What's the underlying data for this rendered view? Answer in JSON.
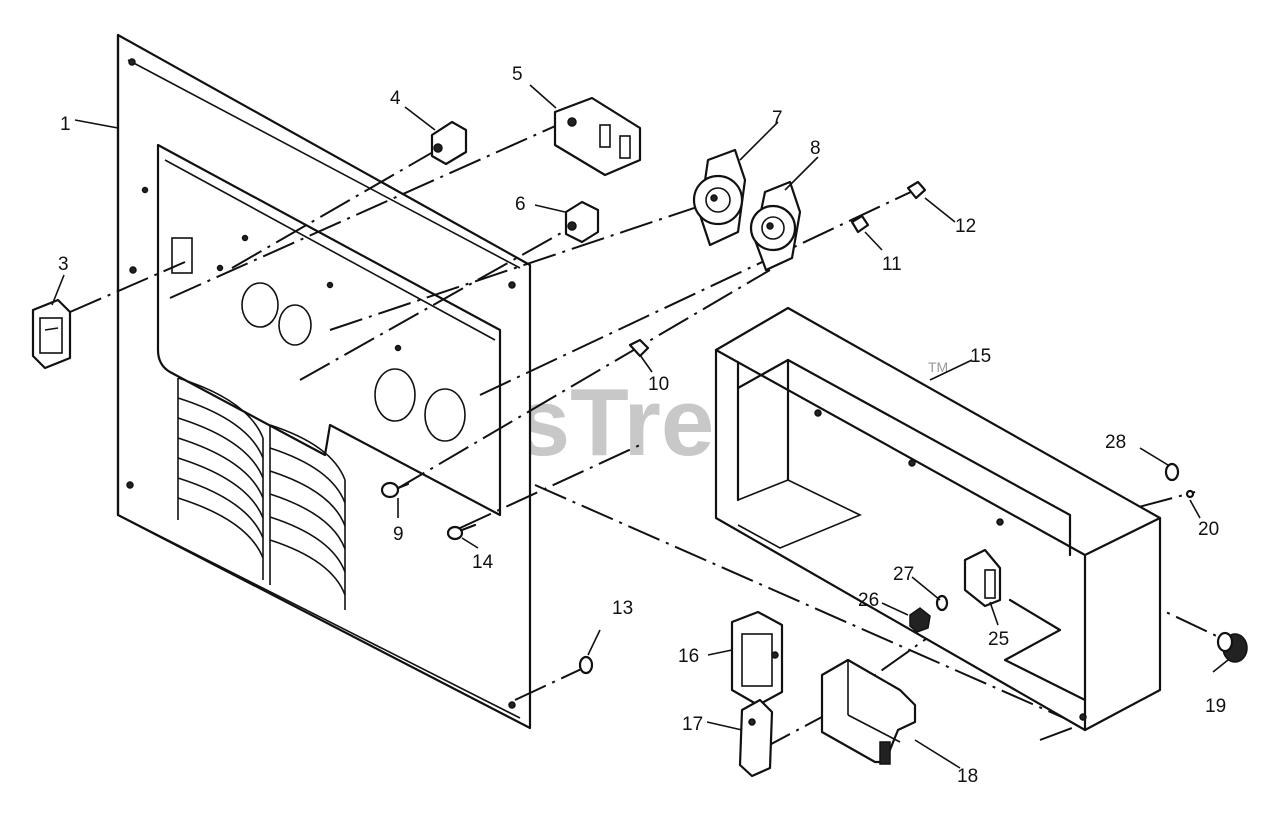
{
  "watermark": {
    "text": "PartsTree",
    "trademark": "TM"
  },
  "callouts": {
    "c1": "1",
    "c3": "3",
    "c4": "4",
    "c5": "5",
    "c6": "6",
    "c7": "7",
    "c8": "8",
    "c9": "9",
    "c10": "10",
    "c11": "11",
    "c12": "12",
    "c13": "13",
    "c14": "14",
    "c15": "15",
    "c16": "16",
    "c17": "17",
    "c18": "18",
    "c19": "19",
    "c20": "20",
    "c25": "25",
    "c26": "26",
    "c27": "27",
    "c28": "28"
  }
}
